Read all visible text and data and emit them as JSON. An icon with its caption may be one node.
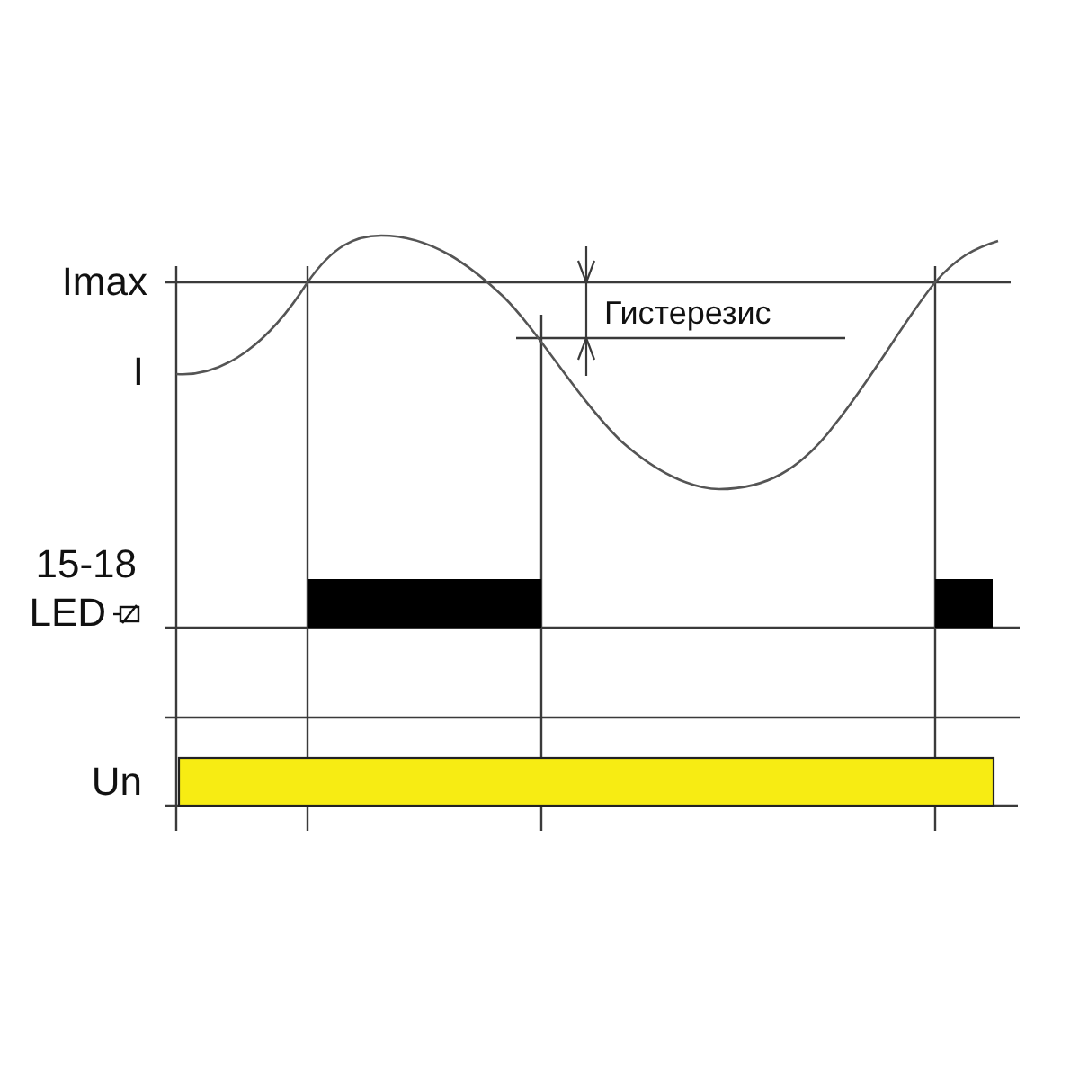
{
  "diagram": {
    "labels": [
      "Imax",
      "I",
      "Гистерезис",
      "15-18",
      "LED",
      "Un"
    ]
  }
}
